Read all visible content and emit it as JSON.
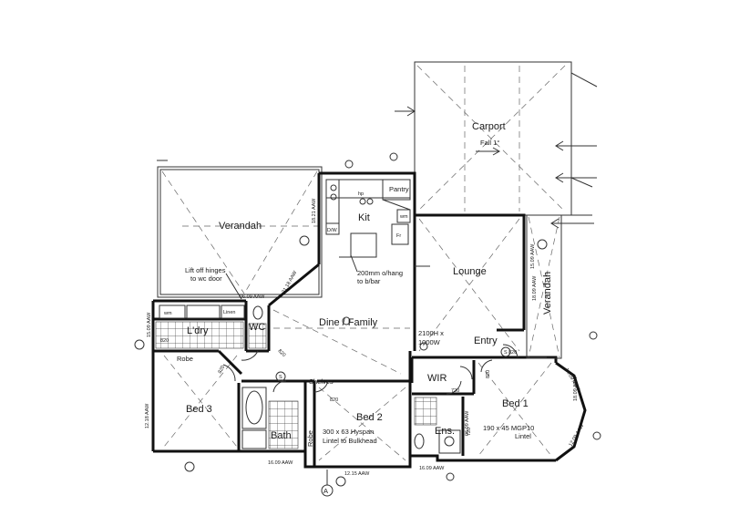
{
  "rooms": {
    "carport": "Carport",
    "carport_fall": "Fall 1°",
    "verandah_nw": "Verandah",
    "kitchen": "Kit",
    "pantry": "Pantry",
    "lounge": "Lounge",
    "verandah_e": "Verandah",
    "laundry": "L'dry",
    "linen": "Linen",
    "wc": "WC",
    "dine_family": "Dine / Family",
    "entry": "Entry",
    "robe_bed3": "Robe",
    "bed3": "Bed 3",
    "shelves": "Shelves",
    "bed2": "Bed 2",
    "wir": "WIR",
    "bed1": "Bed 1",
    "bath": "Bath",
    "robe_bed2": "Robe",
    "ensuite": "Ens."
  },
  "notes": {
    "lift_off_1": "Lift off hinges",
    "lift_off_2": "to wc door",
    "ohang_1": "200mm o/hang",
    "ohang_2": "to b/bar",
    "window_lounge_1": "2100H x",
    "window_lounge_2": "1000W",
    "lintel_bed2_1": "300 x 63 Hyspan",
    "lintel_bed2_2": "Lintel to Bulkhead",
    "lintel_bed1_1": "190 x 45 MGP10",
    "lintel_bed1_2": "Lintel"
  },
  "doors": {
    "d1": "820",
    "d2": "820",
    "d3": "820",
    "d4": "820",
    "d5": "720",
    "d6": "820",
    "d7": "720",
    "d8": "820"
  },
  "fixtures": {
    "hp": "hp",
    "wm": "wm",
    "fr": "Fr",
    "dw": "D/W",
    "wm_ldry": "wm",
    "smoke": "S"
  },
  "windows": {
    "w1": "18.21 AAW",
    "w2": "21.18 AAW",
    "w3": "06.09 AAW",
    "w4": "15.09 AAW",
    "w5": "12.18 AAW",
    "w6": "18.09 AAW",
    "w7": "15.09 AAW",
    "w8": "16.09 AAW",
    "w9": "12.15 AAW",
    "w10": "16.09 AAW",
    "w11": "12.09 AAW",
    "w12": "18.09 AAW",
    "w13": "14.09 AAW",
    "w14": "06.09 AAW"
  },
  "section_marker": "A"
}
